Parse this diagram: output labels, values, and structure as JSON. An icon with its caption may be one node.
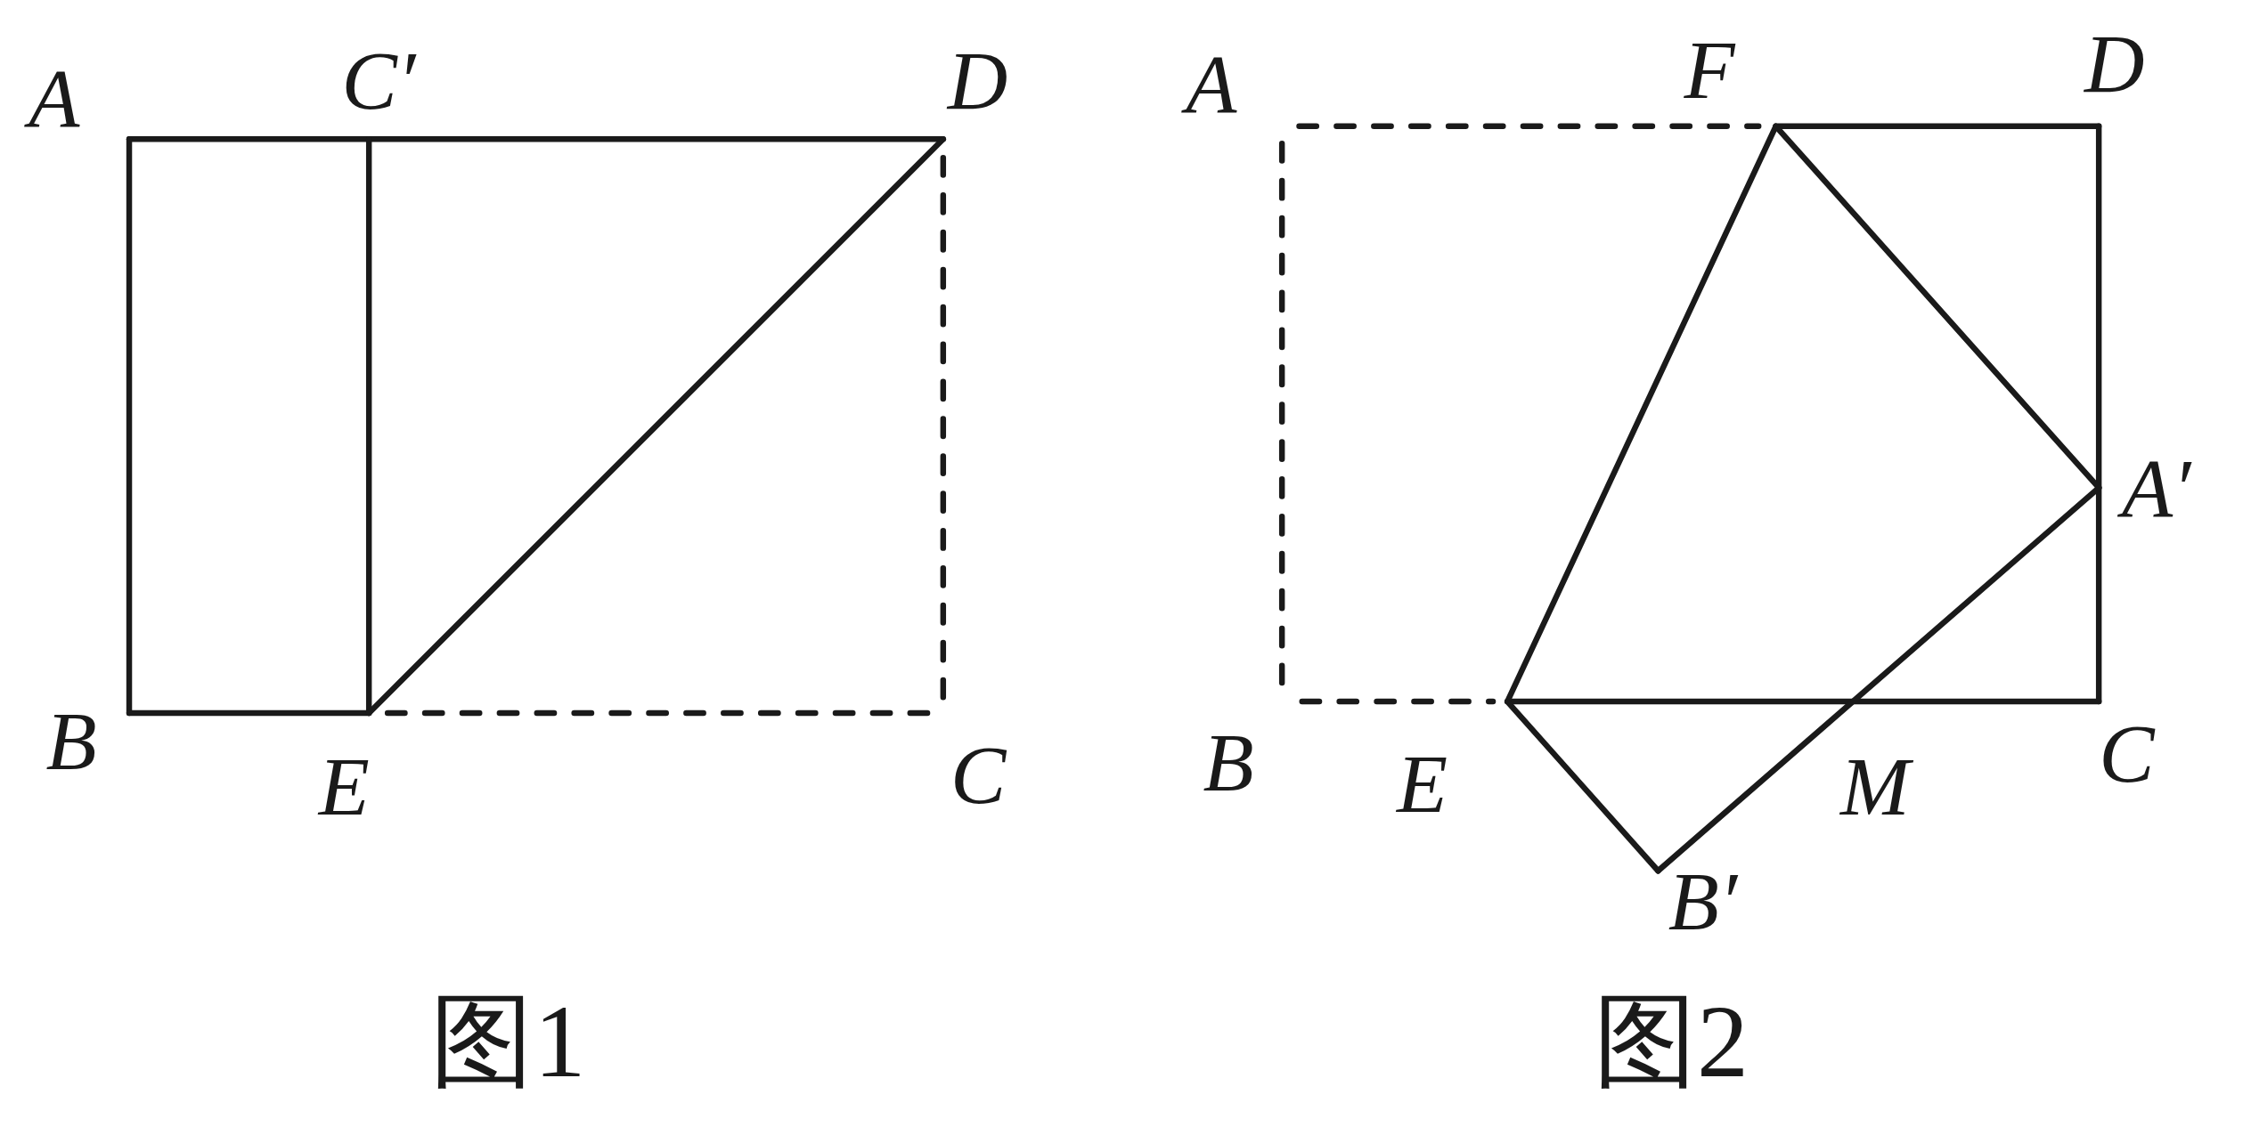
{
  "diagram": {
    "labels": [
      "A",
      "C′",
      "D",
      "B",
      "E",
      "C",
      "图1",
      "A",
      "F",
      "D",
      "A′",
      "B",
      "E",
      "M",
      "C",
      "B′",
      "图2"
    ]
  }
}
